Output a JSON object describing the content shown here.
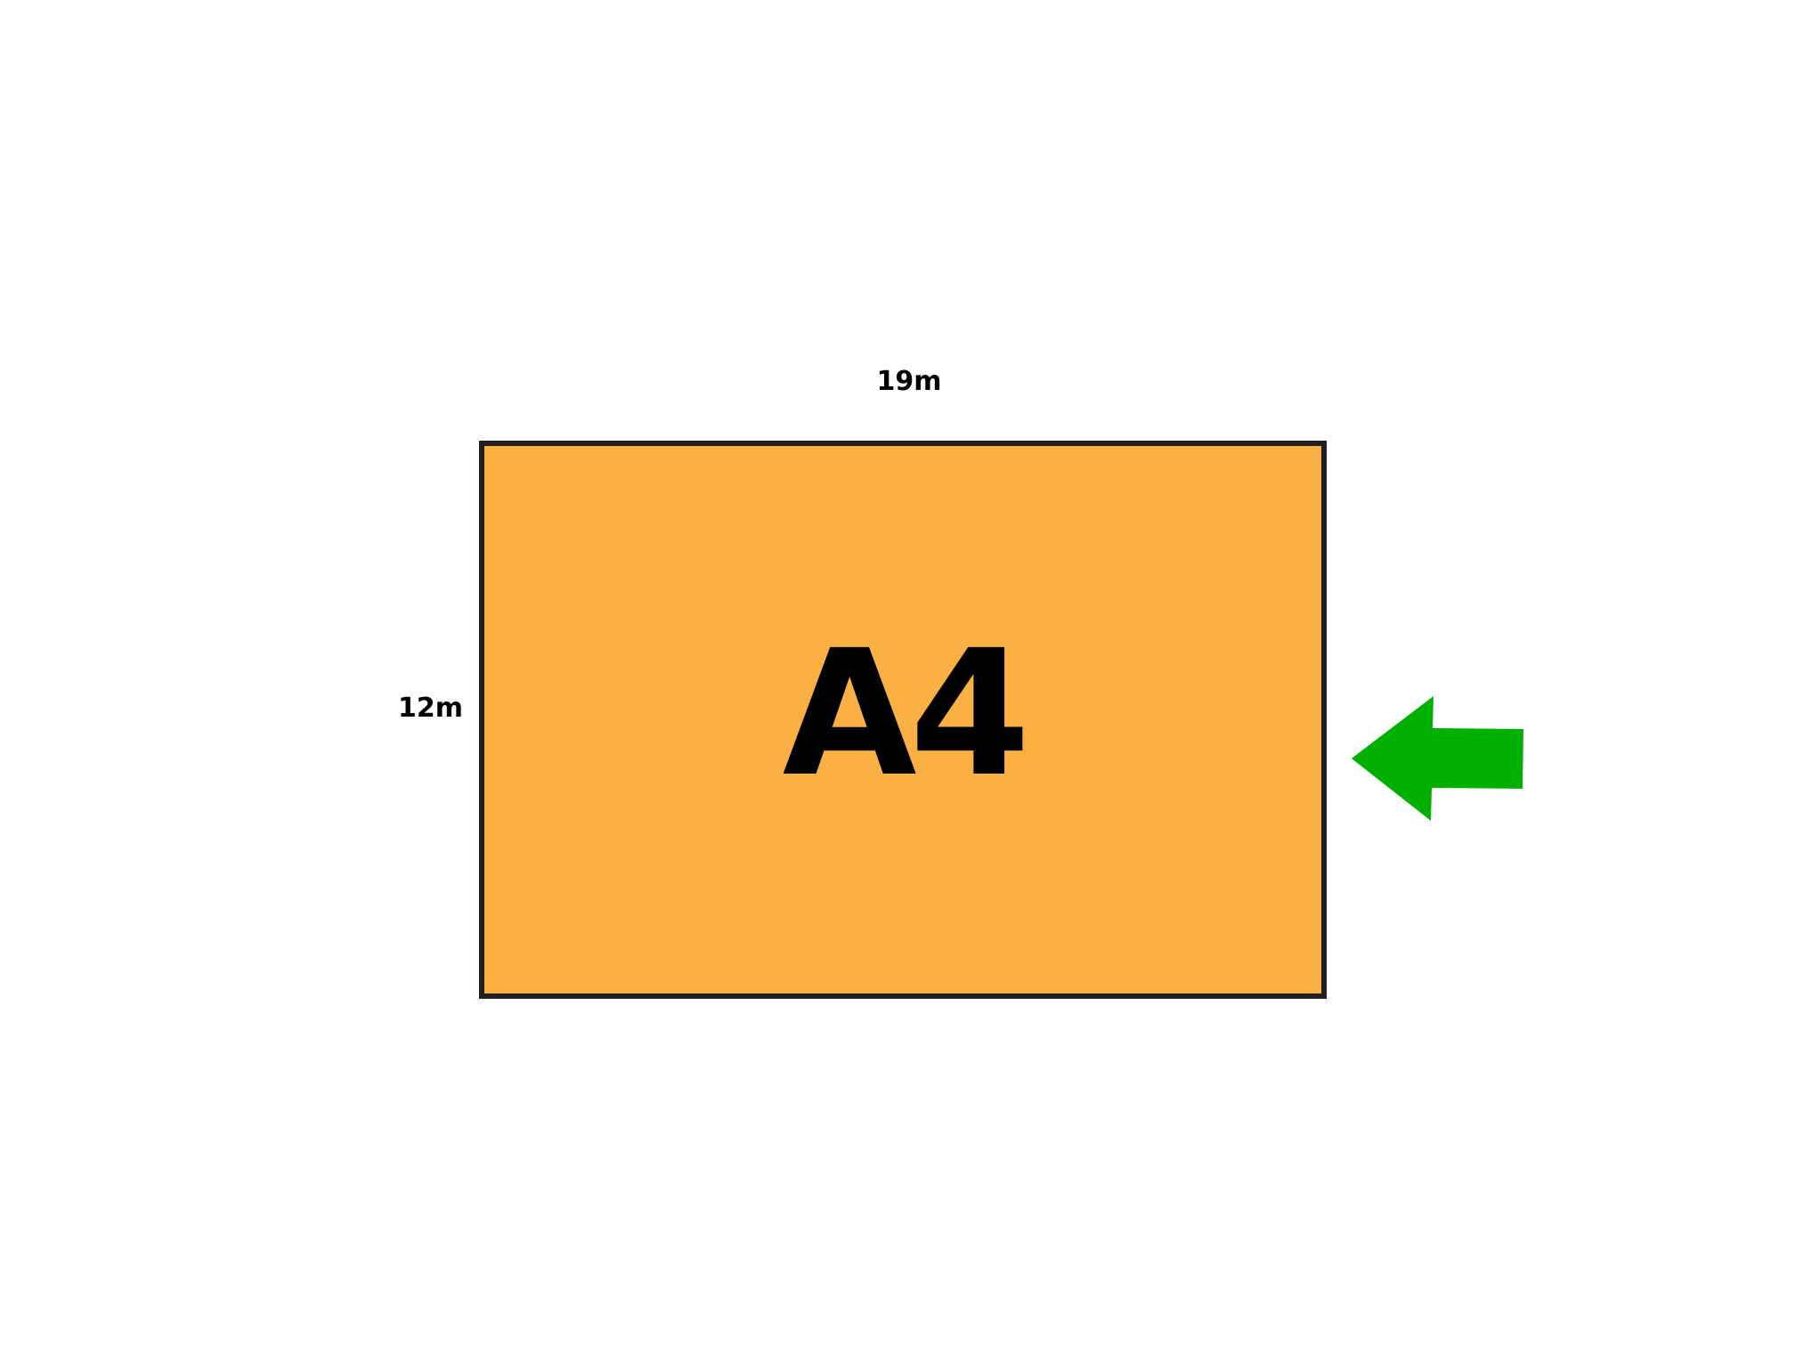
{
  "diagram": {
    "width_label": "19m",
    "height_label": "12m",
    "plot_label": "A4",
    "plot_fill_color": "#fbb044",
    "plot_border_color": "#231f20",
    "arrow_icon": "left-arrow-icon",
    "arrow_color": "#00b000"
  }
}
